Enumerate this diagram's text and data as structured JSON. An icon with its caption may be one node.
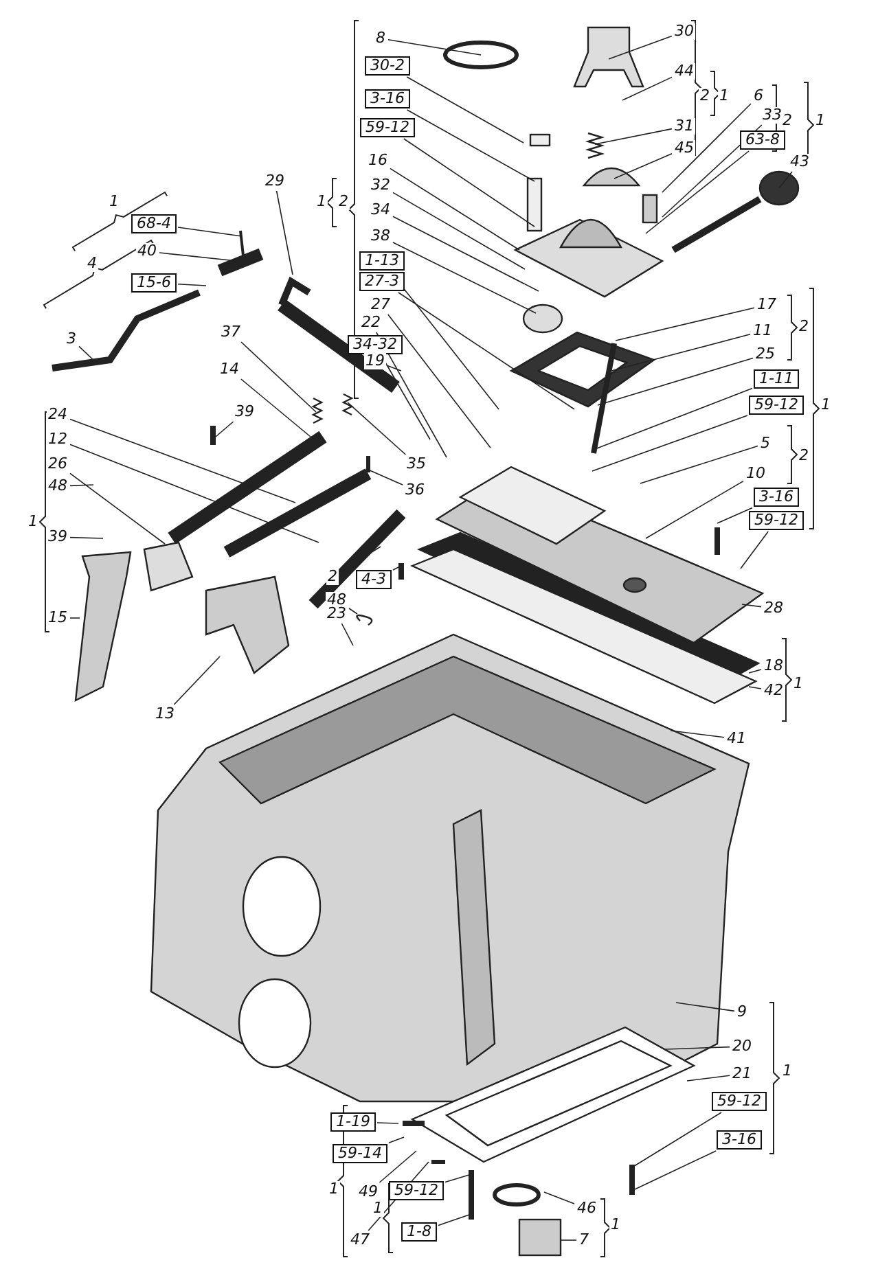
{
  "diagram": {
    "nodes": [
      {
        "text": [
          "8"
        ]
      },
      {
        "text": [
          "30"
        ]
      },
      {
        "text": [
          "30-2"
        ]
      },
      {
        "text": [
          "44"
        ]
      },
      {
        "text": [
          "6"
        ]
      },
      {
        "text": [
          "3-16"
        ]
      },
      {
        "text": [
          "33"
        ]
      },
      {
        "text": [
          "59-12"
        ]
      },
      {
        "text": [
          "31"
        ]
      },
      {
        "text": [
          "63-8"
        ]
      },
      {
        "text": [
          "45"
        ]
      },
      {
        "text": [
          "16"
        ]
      },
      {
        "text": [
          "43"
        ]
      },
      {
        "text": [
          "29"
        ]
      },
      {
        "text": [
          "32"
        ]
      },
      {
        "text": [
          "34"
        ]
      },
      {
        "text": [
          "68-4"
        ]
      },
      {
        "text": [
          "38"
        ]
      },
      {
        "text": [
          "40"
        ]
      },
      {
        "text": [
          "1-13"
        ]
      },
      {
        "text": [
          "27-3"
        ]
      },
      {
        "text": [
          "15-6"
        ]
      },
      {
        "text": [
          "27"
        ]
      },
      {
        "text": [
          "17"
        ]
      },
      {
        "text": [
          "22"
        ]
      },
      {
        "text": [
          "11"
        ]
      },
      {
        "text": [
          "3"
        ]
      },
      {
        "text": [
          "37"
        ]
      },
      {
        "text": [
          "34-32"
        ]
      },
      {
        "text": [
          "25"
        ]
      },
      {
        "text": [
          "19"
        ]
      },
      {
        "text": [
          "14"
        ]
      },
      {
        "text": [
          "1-11"
        ]
      },
      {
        "text": [
          "59-12"
        ]
      },
      {
        "text": [
          "39"
        ]
      },
      {
        "text": [
          "24"
        ]
      },
      {
        "text": [
          "12"
        ]
      },
      {
        "text": [
          "5"
        ]
      },
      {
        "text": [
          "26"
        ]
      },
      {
        "text": [
          "35"
        ]
      },
      {
        "text": [
          "10"
        ]
      },
      {
        "text": [
          "48"
        ]
      },
      {
        "text": [
          "36"
        ]
      },
      {
        "text": [
          "3-16"
        ]
      },
      {
        "text": [
          "59-12"
        ]
      },
      {
        "text": [
          "39"
        ]
      },
      {
        "text": [
          "2"
        ]
      },
      {
        "text": [
          "4-3"
        ]
      },
      {
        "text": [
          "48"
        ]
      },
      {
        "text": [
          "28"
        ]
      },
      {
        "text": [
          "23"
        ]
      },
      {
        "text": [
          "15"
        ]
      },
      {
        "text": [
          "13"
        ]
      },
      {
        "text": [
          "18"
        ]
      },
      {
        "text": [
          "42"
        ]
      },
      {
        "text": [
          "41"
        ]
      },
      {
        "text": [
          "9"
        ]
      },
      {
        "text": [
          "20"
        ]
      },
      {
        "text": [
          "21"
        ]
      },
      {
        "text": [
          "59-12"
        ]
      },
      {
        "text": [
          "1-19"
        ]
      },
      {
        "text": [
          "3-16"
        ]
      },
      {
        "text": [
          "59-14"
        ]
      },
      {
        "text": [
          "59-12"
        ]
      },
      {
        "text": [
          "49"
        ]
      },
      {
        "text": [
          "46"
        ]
      },
      {
        "text": [
          "1-8"
        ]
      },
      {
        "text": [
          "7"
        ]
      },
      {
        "text": [
          "47"
        ]
      }
    ],
    "edges": [
      {
        "from": 0,
        "to": null,
        "arrow": "none"
      },
      {
        "from": 1,
        "to": null,
        "arrow": "none"
      },
      {
        "from": 2,
        "to": null,
        "arrow": "none"
      },
      {
        "from": 3,
        "to": null,
        "arrow": "none"
      },
      {
        "from": 4,
        "to": null,
        "arrow": "none"
      },
      {
        "from": 5,
        "to": null,
        "arrow": "none"
      },
      {
        "from": 6,
        "to": null,
        "arrow": "none"
      },
      {
        "from": 7,
        "to": null,
        "arrow": "none"
      },
      {
        "from": 8,
        "to": null,
        "arrow": "none"
      },
      {
        "from": 9,
        "to": null,
        "arrow": "none"
      },
      {
        "from": 10,
        "to": null,
        "arrow": "none"
      },
      {
        "from": 11,
        "to": null,
        "arrow": "none"
      },
      {
        "from": 12,
        "to": null,
        "arrow": "none"
      },
      {
        "from": 13,
        "to": null,
        "arrow": "none"
      },
      {
        "from": 14,
        "to": null,
        "arrow": "none"
      },
      {
        "from": 15,
        "to": null,
        "arrow": "none"
      },
      {
        "from": 16,
        "to": null,
        "arrow": "none"
      },
      {
        "from": 17,
        "to": null,
        "arrow": "none"
      },
      {
        "from": 18,
        "to": null,
        "arrow": "none"
      },
      {
        "from": 19,
        "to": null,
        "arrow": "none"
      },
      {
        "from": 20,
        "to": null,
        "arrow": "none"
      },
      {
        "from": 21,
        "to": null,
        "arrow": "none"
      },
      {
        "from": 22,
        "to": null,
        "arrow": "none"
      },
      {
        "from": 23,
        "to": null,
        "arrow": "none"
      },
      {
        "from": 24,
        "to": null,
        "arrow": "none"
      },
      {
        "from": 25,
        "to": null,
        "arrow": "none"
      },
      {
        "from": 26,
        "to": null,
        "arrow": "none"
      },
      {
        "from": 27,
        "to": null,
        "arrow": "none"
      },
      {
        "from": 28,
        "to": null,
        "arrow": "none"
      },
      {
        "from": 29,
        "to": null,
        "arrow": "none"
      },
      {
        "from": 30,
        "to": null,
        "arrow": "none"
      },
      {
        "from": 31,
        "to": null,
        "arrow": "none"
      },
      {
        "from": 32,
        "to": null,
        "arrow": "none"
      },
      {
        "from": 33,
        "to": null,
        "arrow": "none"
      },
      {
        "from": 34,
        "to": null,
        "arrow": "none"
      },
      {
        "from": 35,
        "to": null,
        "arrow": "none"
      },
      {
        "from": 36,
        "to": null,
        "arrow": "none"
      },
      {
        "from": 37,
        "to": null,
        "arrow": "none"
      },
      {
        "from": 38,
        "to": null,
        "arrow": "none"
      },
      {
        "from": 39,
        "to": null,
        "arrow": "none"
      },
      {
        "from": 40,
        "to": null,
        "arrow": "none"
      },
      {
        "from": 41,
        "to": null,
        "arrow": "none"
      },
      {
        "from": 42,
        "to": null,
        "arrow": "none"
      },
      {
        "from": 43,
        "to": null,
        "arrow": "none"
      },
      {
        "from": 44,
        "to": null,
        "arrow": "none"
      },
      {
        "from": 45,
        "to": null,
        "arrow": "none"
      },
      {
        "from": 46,
        "to": null,
        "arrow": "none"
      },
      {
        "from": 47,
        "to": null,
        "arrow": "none"
      },
      {
        "from": 48,
        "to": null,
        "arrow": "none"
      },
      {
        "from": 49,
        "to": null,
        "arrow": "none"
      },
      {
        "from": 50,
        "to": null,
        "arrow": "none"
      },
      {
        "from": 51,
        "to": null,
        "arrow": "none"
      },
      {
        "from": 52,
        "to": null,
        "arrow": "none"
      },
      {
        "from": 53,
        "to": null,
        "arrow": "none"
      },
      {
        "from": 54,
        "to": null,
        "arrow": "none"
      },
      {
        "from": 55,
        "to": null,
        "arrow": "none"
      },
      {
        "from": 56,
        "to": null,
        "arrow": "none"
      },
      {
        "from": 57,
        "to": null,
        "arrow": "none"
      },
      {
        "from": 58,
        "to": null,
        "arrow": "none"
      },
      {
        "from": 59,
        "to": null,
        "arrow": "none"
      },
      {
        "from": 60,
        "to": null,
        "arrow": "none"
      },
      {
        "from": 61,
        "to": null,
        "arrow": "none"
      },
      {
        "from": 62,
        "to": null,
        "arrow": "none"
      },
      {
        "from": 63,
        "to": null,
        "arrow": "none"
      },
      {
        "from": 64,
        "to": null,
        "arrow": "none"
      },
      {
        "from": 65,
        "to": null,
        "arrow": "none"
      },
      {
        "from": 66,
        "to": null,
        "arrow": "none"
      },
      {
        "from": 67,
        "to": null,
        "arrow": "none"
      },
      {
        "from": 68,
        "to": null,
        "arrow": "none"
      }
    ],
    "labels": [
      "2",
      "1",
      "2",
      "1",
      "1",
      "1",
      "2",
      "4",
      "2",
      "1",
      "2",
      "1",
      "1",
      "1",
      "1",
      "1",
      "1"
    ]
  }
}
